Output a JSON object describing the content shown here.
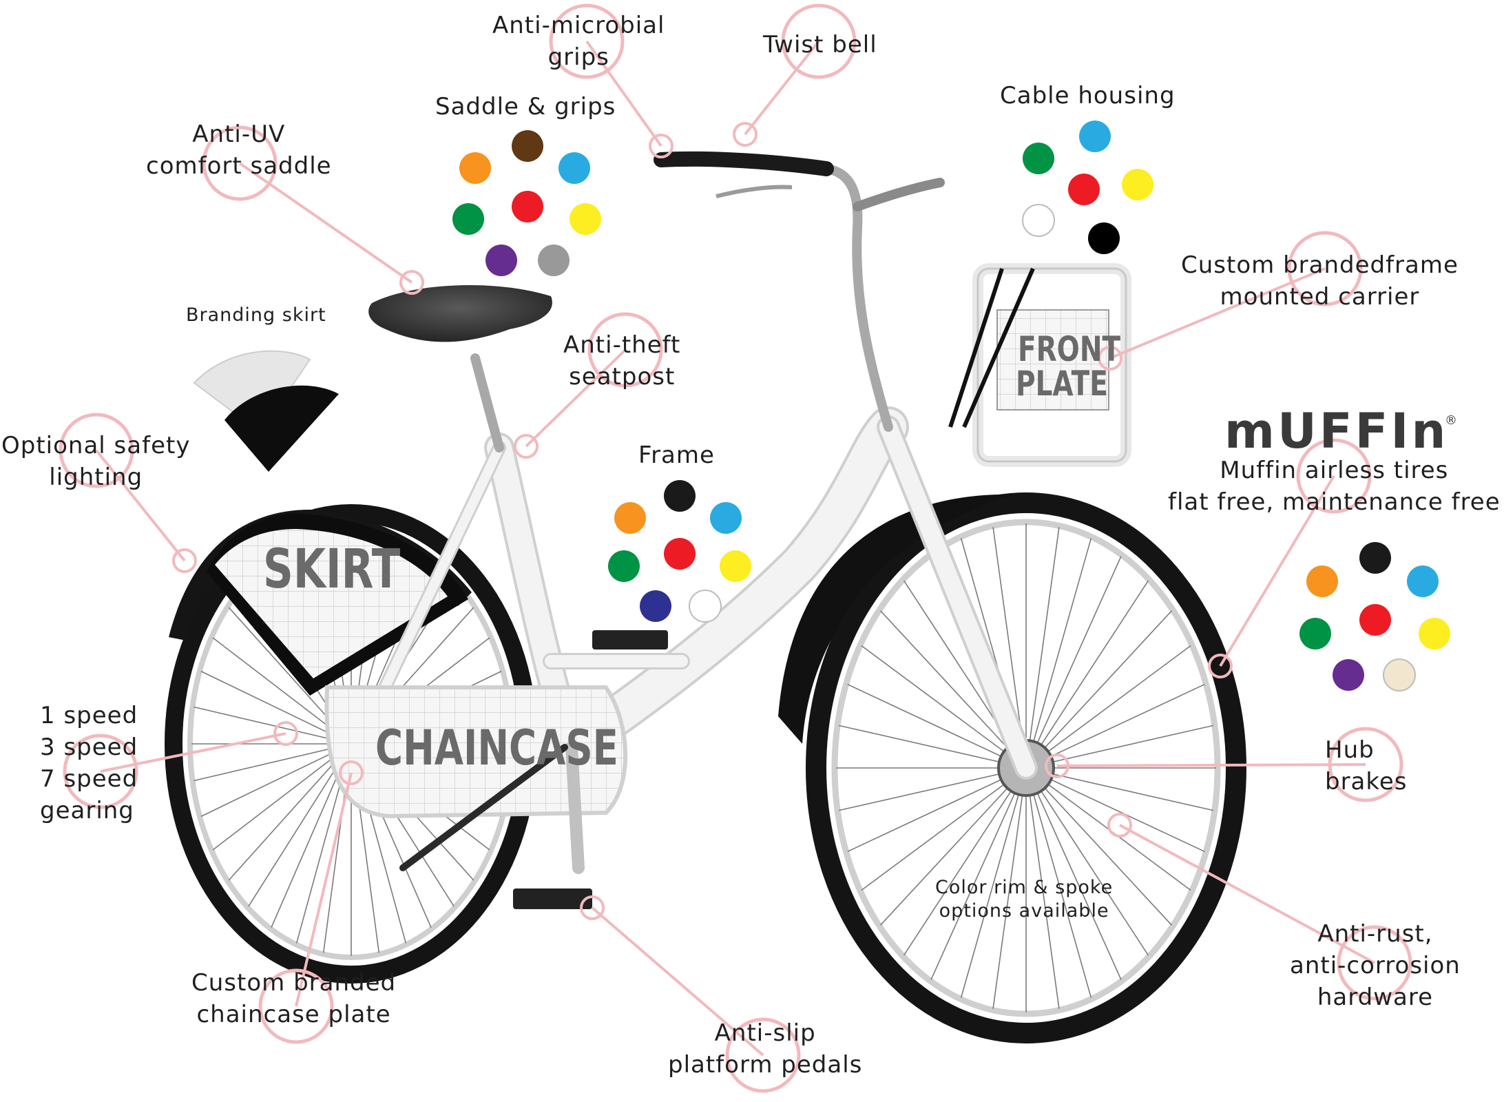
{
  "labels": {
    "anti_microbial": "Anti-microbial\ngrips",
    "twist_bell": "Twist bell",
    "saddle_grips": "Saddle & grips",
    "anti_uv": "Anti-UV\ncomfort saddle",
    "cable_housing": "Cable housing",
    "custom_carrier": "Custom brandedframe\nmounted carrier",
    "branding_skirt": "Branding skirt",
    "anti_theft": "Anti-theft\nseatpost",
    "optional_lighting": "Optional safety\nlighting",
    "frame": "Frame",
    "muffin_tires": "Muffin airless tires\nflat free, maintenance free",
    "gearing": "1 speed\n3 speed\n7 speed\ngearing",
    "hub_brakes": "Hub\nbrakes",
    "color_rim": "Color rim & spoke\noptions available",
    "anti_rust": "Anti-rust,\nanti-corrosion\nhardware",
    "chaincase_plate": "Custom branded\nchaincase plate",
    "anti_slip": "Anti-slip\nplatform pedals"
  },
  "plates": {
    "skirt": "SKIRT",
    "chaincase": "CHAINCASE",
    "front_line1": "FRONT",
    "front_line2": "PLATE"
  },
  "brand": {
    "logo": "mUFFIn",
    "registered": "®"
  },
  "colors": {
    "callout": "#f2b9bd",
    "bike_frame": "#f3f3f3",
    "tire": "#141414"
  },
  "swatches": {
    "saddle_grips": [
      "#f7931e",
      "#603813",
      "#29abe2",
      "#009245",
      "#ed1c24",
      "#fcee21",
      "#662d91",
      "#999999"
    ],
    "cable_housing": [
      "#009245",
      "#29abe2",
      "#ed1c24",
      "#fcee21",
      "#ffffff",
      "#000000"
    ],
    "frame": [
      "#f7931e",
      "#1a1a1a",
      "#29abe2",
      "#009245",
      "#ed1c24",
      "#fcee21",
      "#2e3192",
      "#ffffff"
    ],
    "tires": [
      "#f7931e",
      "#1a1a1a",
      "#29abe2",
      "#009245",
      "#ed1c24",
      "#fcee21",
      "#662d91",
      "#f2e6cf"
    ]
  }
}
